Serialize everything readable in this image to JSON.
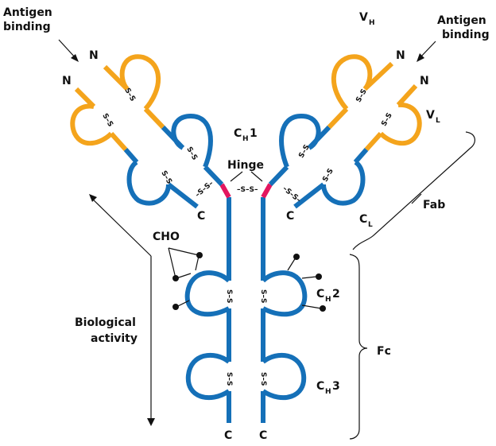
{
  "diagram": {
    "labels": {
      "antigen_binding_left_1": "Antigen",
      "antigen_binding_left_2": "binding",
      "antigen_binding_right_1": "Antigen",
      "antigen_binding_right_2": "binding",
      "vh_main": "V",
      "vh_sub": "H",
      "vl_main": "V",
      "vl_sub": "L",
      "ch1_main": "C",
      "ch1_sub": "H",
      "ch1_num": "1",
      "ch2_main": "C",
      "ch2_sub": "H",
      "ch2_num": "2",
      "ch3_main": "C",
      "ch3_sub": "H",
      "ch3_num": "3",
      "cl_main": "C",
      "cl_sub": "L",
      "hinge": "Hinge",
      "cho": "CHO",
      "fab": "Fab",
      "fc": "Fc",
      "bio_1": "Biological",
      "bio_2": "activity",
      "n": "N",
      "c": "C",
      "disulfide": "S–S",
      "disulfide_h": "–S–S–"
    },
    "colors": {
      "constant": "#1570b8",
      "variable": "#f4a41c",
      "hinge": "#e3165f"
    }
  }
}
